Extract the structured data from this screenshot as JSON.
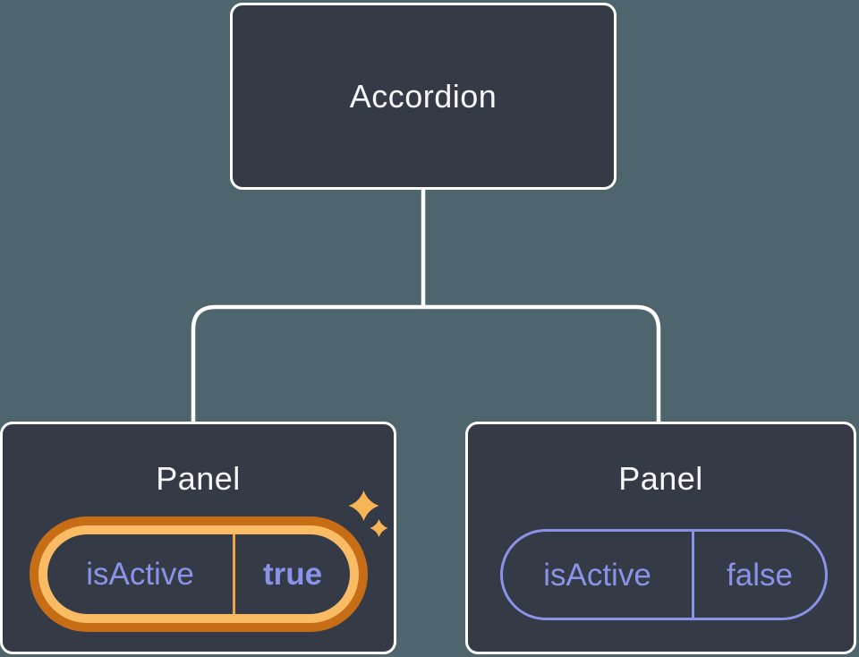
{
  "tree": {
    "root": {
      "label": "Accordion"
    },
    "children": [
      {
        "label": "Panel",
        "state": {
          "name": "isActive",
          "value": "true"
        },
        "active": true,
        "decoration": "sparkles-icon"
      },
      {
        "label": "Panel",
        "state": {
          "name": "isActive",
          "value": "false"
        },
        "active": false,
        "decoration": null
      }
    ]
  },
  "colors": {
    "background": "#4e656d",
    "node_fill": "#343a46",
    "node_border": "#ffffff",
    "node_text": "#f6f7f9",
    "state_text": "#8a93e8",
    "inactive_pill_border": "#8a93e8",
    "active_ring_outer": "#c76d15",
    "active_ring_inner": "#f9bc64",
    "active_divider": "#eda640",
    "sparkle": "#f7b457",
    "connector_line": "#ffffff"
  }
}
